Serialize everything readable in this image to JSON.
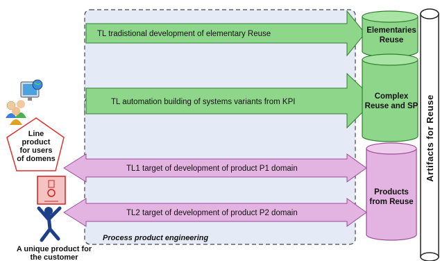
{
  "arrows": {
    "a1": "TL tradistional development of elementary Reuse",
    "a2": "TL automation building of  systems variants from KPI",
    "a3": "TL1 target of development of product P1 domain",
    "a4": "TL2 target of development of product P2 domain"
  },
  "cylinders": {
    "c1": [
      "Elementaries",
      "Reuse"
    ],
    "c2": [
      "Complex",
      "Reuse and SP"
    ],
    "c3": [
      "Products",
      "from Reuse"
    ]
  },
  "side_label": "Artifacts for Reuse",
  "pentagon": [
    "Line",
    "product",
    "for users",
    "of domens"
  ],
  "region_label": "Process  product engineering",
  "caption": [
    "A unique product for",
    "the customer"
  ],
  "colors": {
    "green": "#8ed78a",
    "green_dark": "#2f7d2f",
    "pink": "#e3b3e1",
    "pink_dark": "#9c4a99",
    "region_fill": "#e4ebf7",
    "pentagon_stroke": "#e03030"
  },
  "icons": [
    "users-computer-icon",
    "product-box-icon",
    "running-person-icon"
  ]
}
